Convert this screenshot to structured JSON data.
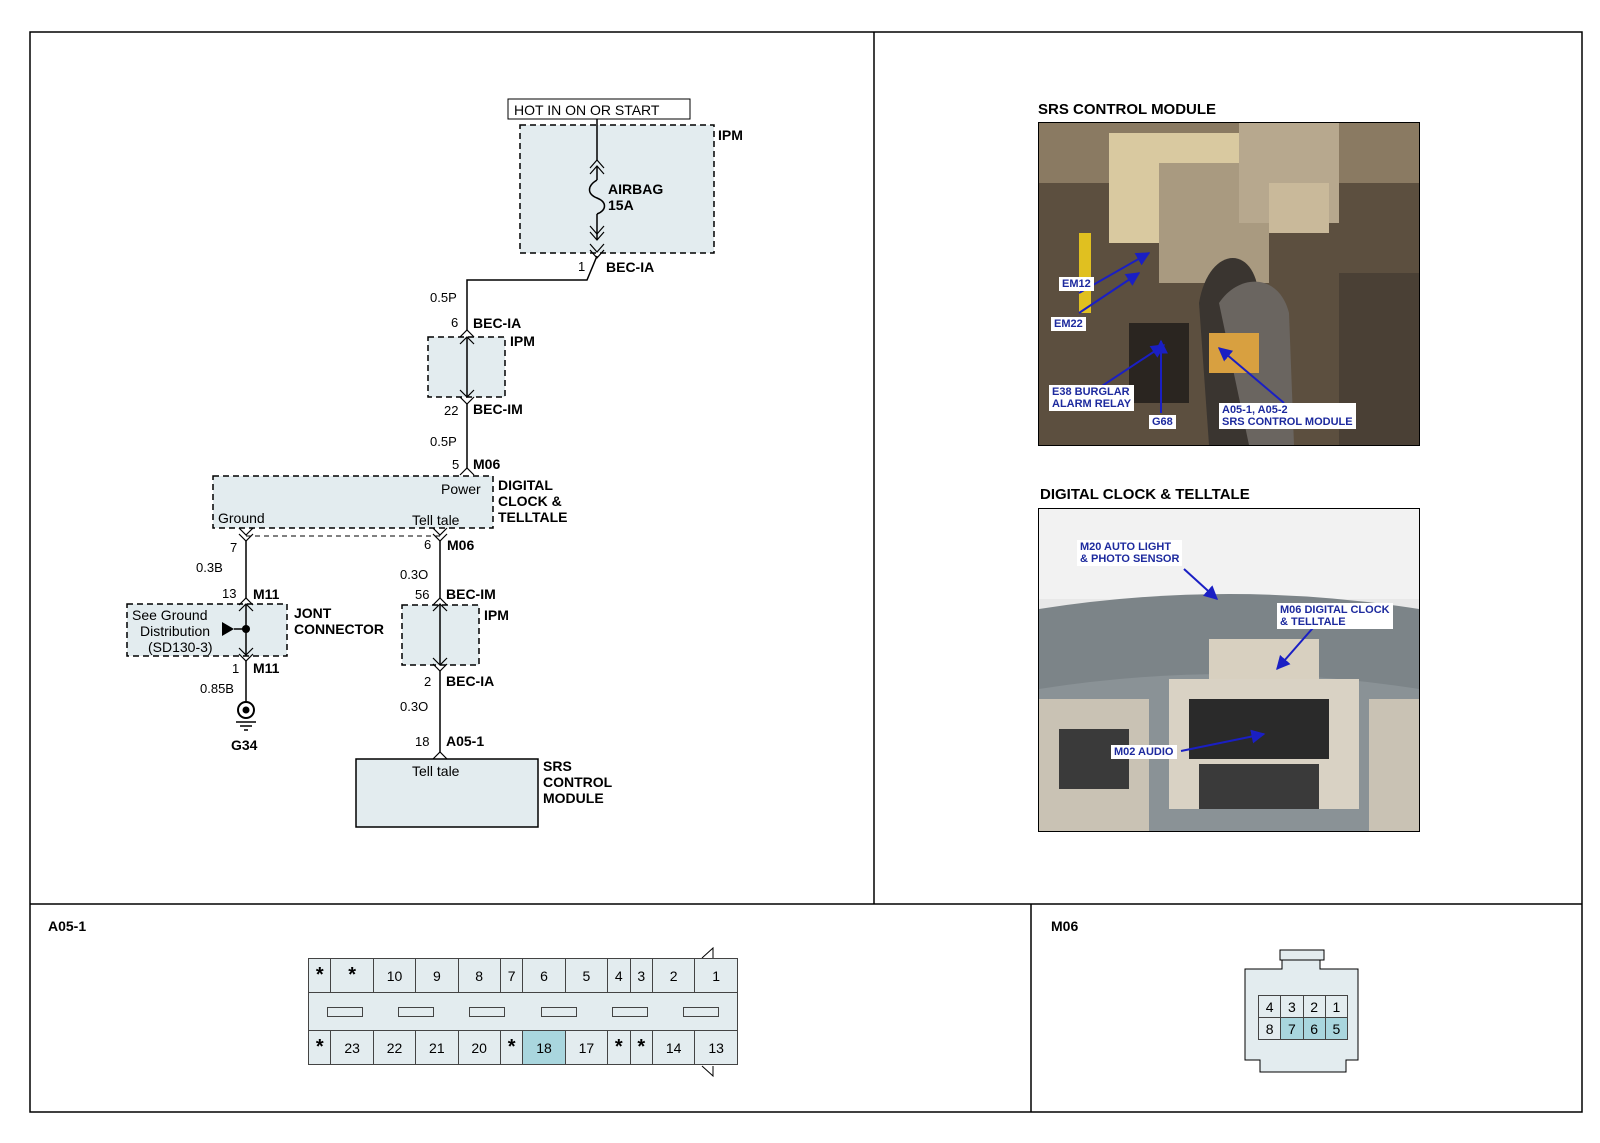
{
  "diagram": {
    "supply_label": "HOT IN ON OR START",
    "ipm_top_label": "IPM",
    "fuse_name": "AIRBAG",
    "fuse_rating": "15A",
    "bec_ia_pin1": {
      "pin": "1",
      "conn": "BEC-IA"
    },
    "wire_a": "0.5P",
    "bec_ia_pin6": {
      "pin": "6",
      "conn": "BEC-IA"
    },
    "ipm_mid_label": "IPM",
    "bec_im_pin22": {
      "pin": "22",
      "conn": "BEC-IM"
    },
    "wire_b": "0.5P",
    "m06_pin5": {
      "pin": "5",
      "conn": "M06"
    },
    "clock_module": {
      "name_lines": [
        "DIGITAL",
        "CLOCK &",
        "TELLTALE"
      ],
      "power": "Power",
      "ground": "Ground",
      "telltale": "Tell tale"
    },
    "gnd_pin7": "7",
    "wire_gnd": "0.3B",
    "m11_pin13": {
      "pin": "13",
      "conn": "M11"
    },
    "joint_note": [
      "See Ground",
      "Distribution",
      "(SD130-3)"
    ],
    "joint_name": [
      "JONT",
      "CONNECTOR"
    ],
    "m11_pin1": {
      "pin": "1",
      "conn": "M11"
    },
    "wire_gnd2": "0.85B",
    "ground_point": "G34",
    "m06_pin6": {
      "pin": "6",
      "conn": "M06"
    },
    "wire_c": "0.3O",
    "bec_im_pin56": {
      "pin": "56",
      "conn": "BEC-IM"
    },
    "ipm_low_label": "IPM",
    "bec_ia_pin2": {
      "pin": "2",
      "conn": "BEC-IA"
    },
    "wire_d": "0.3O",
    "a05_pin18": {
      "pin": "18",
      "conn": "A05-1"
    },
    "srs_module": {
      "telltale": "Tell tale",
      "name_lines": [
        "SRS",
        "CONTROL",
        "MODULE"
      ]
    }
  },
  "photos": {
    "srs": {
      "title": "SRS CONTROL MODULE",
      "callouts": [
        {
          "lines": [
            "EM12"
          ]
        },
        {
          "lines": [
            "EM22"
          ]
        },
        {
          "lines": [
            "E38 BURGLAR",
            "ALARM RELAY"
          ]
        },
        {
          "lines": [
            "G68"
          ]
        },
        {
          "lines": [
            "A05-1, A05-2",
            "SRS CONTROL MODULE"
          ]
        }
      ]
    },
    "clock": {
      "title": "DIGITAL CLOCK & TELLTALE",
      "callouts": [
        {
          "lines": [
            "M20 AUTO LIGHT",
            "& PHOTO SENSOR"
          ]
        },
        {
          "lines": [
            "M06 DIGITAL CLOCK",
            "& TELLTALE"
          ]
        },
        {
          "lines": [
            "M02 AUDIO"
          ]
        }
      ]
    }
  },
  "connectors": {
    "a05": {
      "title": "A05-1",
      "top_row": [
        "*",
        "*",
        "10",
        "9",
        "8",
        "7",
        "6",
        "5",
        "4",
        "3",
        "2",
        "1"
      ],
      "bottom_row": [
        "*",
        "23",
        "22",
        "21",
        "20",
        "*",
        "18",
        "17",
        "*",
        "*",
        "14",
        "13"
      ],
      "highlight": [
        "18"
      ]
    },
    "m06": {
      "title": "M06",
      "top_row": [
        "4",
        "3",
        "2",
        "1"
      ],
      "bottom_row": [
        "8",
        "7",
        "6",
        "5"
      ],
      "highlight": [
        "7",
        "6",
        "5"
      ]
    }
  },
  "colors": {
    "module_fill": "#e3ecef",
    "pin_highlight": "#a9d6de",
    "callout_text": "#1d2a9e"
  }
}
